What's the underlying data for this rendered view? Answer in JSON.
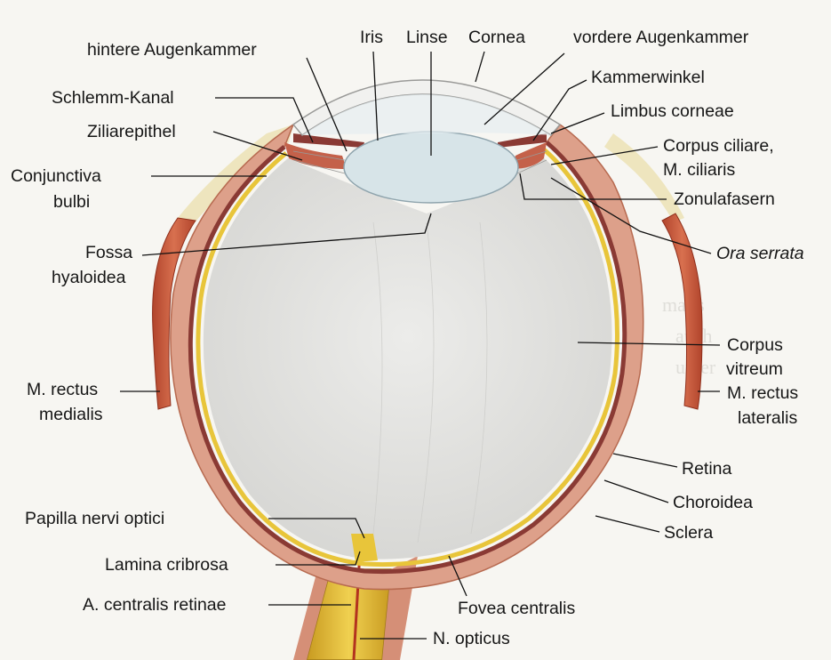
{
  "labels": {
    "hintere_augenkammer": "hintere Augenkammer",
    "iris": "Iris",
    "linse": "Linse",
    "cornea": "Cornea",
    "vordere_augenkammer": "vordere Augenkammer",
    "kammerwinkel": "Kammerwinkel",
    "schlemm_kanal": "Schlemm-Kanal",
    "limbus_corneae": "Limbus corneae",
    "ziliarepithel": "Ziliarepithel",
    "corpus_ciliare_1": "Corpus ciliare,",
    "corpus_ciliare_2": "M. ciliaris",
    "conjunctiva_1": "Conjunctiva",
    "conjunctiva_2": "bulbi",
    "zonulafasern": "Zonulafasern",
    "ora_serrata": "Ora serrata",
    "fossa_1": "Fossa",
    "fossa_2": "hyaloidea",
    "corpus_vitreum_1": "Corpus",
    "corpus_vitreum_2": "vitreum",
    "rectus_medialis_1": "M. rectus",
    "rectus_medialis_2": "medialis",
    "rectus_lateralis_1": "M. rectus",
    "rectus_lateralis_2": "lateralis",
    "retina": "Retina",
    "choroidea": "Choroidea",
    "sclera": "Sclera",
    "papilla": "Papilla nervi optici",
    "lamina": "Lamina cribrosa",
    "a_centralis": "A. centralis retinae",
    "fovea": "Fovea centralis",
    "n_opticus": "N. opticus"
  },
  "colors": {
    "sclera": "#d99a83",
    "sclera_dark": "#b76a50",
    "choroid": "#8a3a34",
    "retina": "#e8c53a",
    "vitreous": "#e3e3e0",
    "lens": "#d7e4e8",
    "cornea": "#f1f1ef",
    "muscle": "#c8553a",
    "nerve": "#d9b534"
  }
}
